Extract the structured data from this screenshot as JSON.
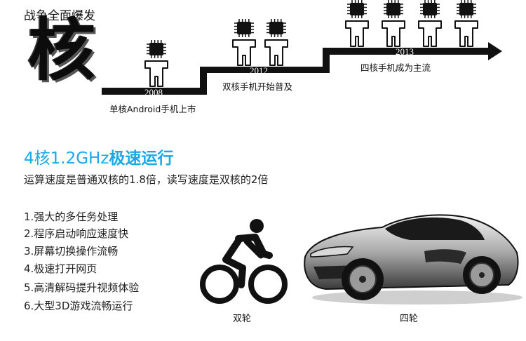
{
  "header": {
    "headline": "战争全面爆发",
    "big_char": "核"
  },
  "timeline": {
    "stages": [
      {
        "year": "2008",
        "caption": "单核Android手机上市",
        "cores": 1
      },
      {
        "year": "2012",
        "caption": "双核手机开始普及",
        "cores": 2
      },
      {
        "year": "2013",
        "caption": "四核手机成为主流",
        "cores": 4
      }
    ]
  },
  "performance": {
    "title_light": "4核1.2GHz",
    "title_bold": "极速运行",
    "description": "运算速度是普通双核的1.8倍，读写速度是双核的2倍"
  },
  "features": [
    "1.强大的多任务处理",
    "2.程序启动响应速度快",
    "3.屏幕切换操作流畅",
    "4.极速打开网页",
    "5.高清解码提升视频体验",
    "6.大型3D游戏流畅运行"
  ],
  "comparison": {
    "bike_label": "双轮",
    "car_label": "四轮"
  },
  "colors": {
    "accent": "#1aa8e6",
    "ink": "#111111"
  }
}
